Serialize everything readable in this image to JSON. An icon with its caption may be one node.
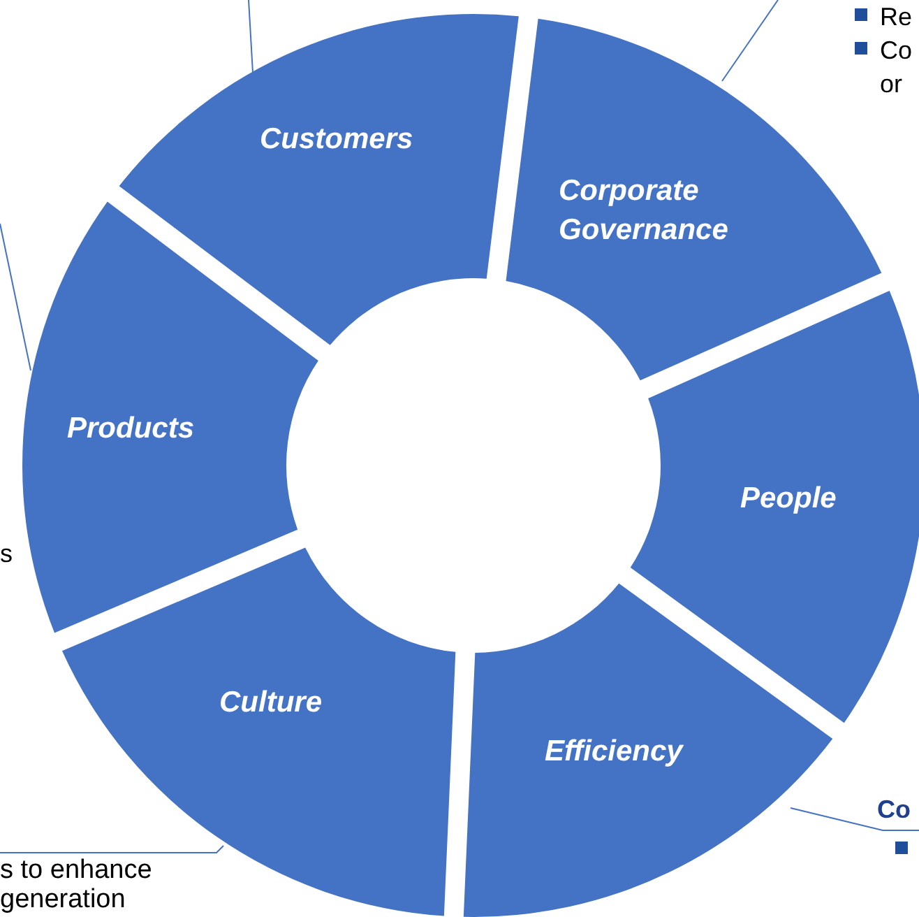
{
  "diagram": {
    "nodes": [
      {
        "text": [
          "Customers"
        ]
      },
      {
        "text": [
          "Corporate Governance"
        ]
      },
      {
        "text": [
          "People"
        ]
      },
      {
        "text": [
          "Efficiency"
        ]
      },
      {
        "text": [
          "Culture"
        ]
      },
      {
        "text": [
          "Products"
        ]
      },
      {
        "text": [
          "s to enhance generation"
        ]
      },
      {
        "text": [
          "Co"
        ]
      }
    ],
    "edges": [
      {
        "from": null,
        "to": 0,
        "arrow": "none"
      },
      {
        "from": null,
        "to": 1,
        "arrow": "none"
      },
      {
        "from": 7,
        "to": 3,
        "arrow": "none"
      },
      {
        "from": 6,
        "to": 4,
        "arrow": "none"
      },
      {
        "from": null,
        "to": 5,
        "arrow": "none"
      }
    ],
    "labels": [
      "Re",
      "Co or",
      "s"
    ]
  }
}
